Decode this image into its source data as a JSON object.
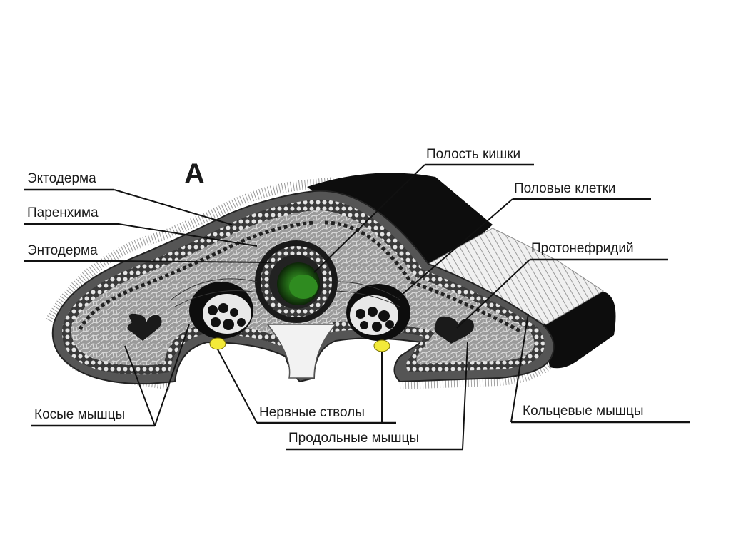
{
  "figure": {
    "letter": "А",
    "labels": {
      "ectoderm": "Эктодерма",
      "parenchyma": "Паренхима",
      "entoderm": "Энтодерма",
      "gut_cavity": "Полость кишки",
      "sex_cells": "Половые клетки",
      "protonephridium": "Протонефридий",
      "oblique_muscles": "Косые мышцы",
      "nerve_trunks": "Нервные стволы",
      "ring_muscles": "Кольцевые мышцы",
      "longitudinal_muscles": "Продольные мышцы"
    }
  },
  "colors": {
    "background": "#ffffff",
    "body_dark": "#0d0d0d",
    "tissue_gray": "#8a8a8a",
    "gut_green": "#2e7a1f",
    "nerve_yellow": "#f3ea3a"
  }
}
